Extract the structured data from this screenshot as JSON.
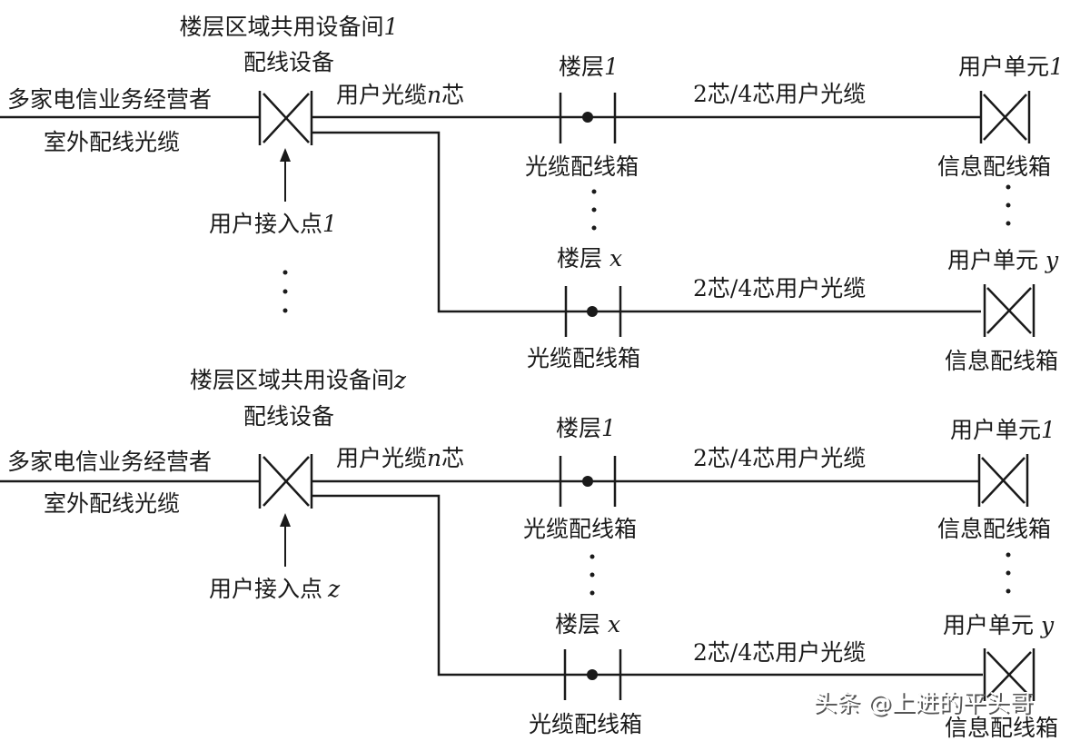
{
  "watermark": "头条 @上进的平头哥",
  "blocks": [
    {
      "room_title": "楼层区域共用设备间",
      "room_id": "1",
      "room_sub": "配线设备",
      "operator_line1": "多家电信业务经营者",
      "operator_line2": "室外配线光缆",
      "user_cable": "用户光缆",
      "core_n": "n",
      "core_suffix": "芯",
      "access_point": "用户接入点",
      "access_id": "1",
      "floors": [
        {
          "floor_label": "楼层",
          "floor_id": "1",
          "floor_box": "光缆配线箱",
          "cable": "2芯/4芯用户光缆",
          "unit_label": "用户单元",
          "unit_id": "1",
          "unit_box": "信息配线箱"
        },
        {
          "floor_label": "楼层",
          "floor_id": "x",
          "floor_box": "光缆配线箱",
          "cable": "2芯/4芯用户光缆",
          "unit_label": "用户单元",
          "unit_id": "y",
          "unit_box": "信息配线箱"
        }
      ]
    },
    {
      "room_title": "楼层区域共用设备间",
      "room_id": "z",
      "room_sub": "配线设备",
      "operator_line1": "多家电信业务经营者",
      "operator_line2": "室外配线光缆",
      "user_cable": "用户光缆",
      "core_n": "n",
      "core_suffix": "芯",
      "access_point": "用户接入点",
      "access_id": "z",
      "floors": [
        {
          "floor_label": "楼层",
          "floor_id": "1",
          "floor_box": "光缆配线箱",
          "cable": "2芯/4芯用户光缆",
          "unit_label": "用户单元",
          "unit_id": "1",
          "unit_box": "信息配线箱"
        },
        {
          "floor_label": "楼层",
          "floor_id": "x",
          "floor_box": "光缆配线箱",
          "cable": "2芯/4芯用户光缆",
          "unit_label": "用户单元",
          "unit_id": "y",
          "unit_box": "信息配线箱"
        }
      ]
    }
  ]
}
